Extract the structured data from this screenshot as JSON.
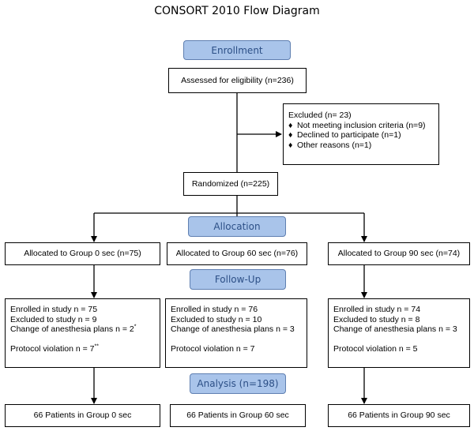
{
  "title": "CONSORT 2010 Flow Diagram",
  "stages": {
    "enrollment": "Enrollment",
    "allocation": "Allocation",
    "followup": "Follow-Up",
    "analysis": "Analysis (n=198)"
  },
  "assessed": "Assessed for eligibility (n=236)",
  "excluded": {
    "header": "Excluded (n= 23)",
    "bullet": "♦",
    "items": [
      "Not meeting inclusion criteria (n=9)",
      "Declined to participate (n=1)",
      "Other reasons (n=1)"
    ]
  },
  "randomized": "Randomized (n=225)",
  "groups": [
    {
      "allocated": "Allocated to Group 0 sec (n=75)",
      "enrolled": "Enrolled in study n = 75",
      "excluded": "Excluded to study n = 9",
      "change": "Change of anesthesia plans n = 2",
      "change_mark": "*",
      "protocol": "Protocol violation n = 7",
      "protocol_mark": "**",
      "final": "66 Patients in Group 0 sec"
    },
    {
      "allocated": "Allocated to Group 60 sec (n=76)",
      "enrolled": "Enrolled in study n = 76",
      "excluded": "Excluded to study n = 10",
      "change": "Change of anesthesia plans n = 3",
      "change_mark": "",
      "protocol": "Protocol violation n = 7",
      "protocol_mark": "",
      "final": "66 Patients in Group 60 sec"
    },
    {
      "allocated": "Allocated to Group 90 sec (n=74)",
      "enrolled": "Enrolled in study n = 74",
      "excluded": "Excluded to study n = 8",
      "change": "Change of anesthesia plans n = 3",
      "change_mark": "",
      "protocol": "Protocol violation n = 5",
      "protocol_mark": "",
      "final": "66 Patients in Group 90 sec"
    }
  ],
  "colors": {
    "stage_fill": "#a9c4ea",
    "stage_border": "#5f7fb1",
    "stage_text": "#2c4f86",
    "line": "#000000"
  }
}
